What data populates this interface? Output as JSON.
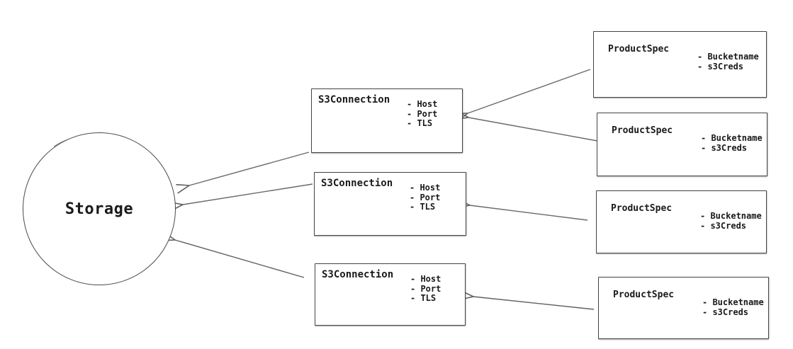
{
  "diagram": {
    "storage": {
      "label": "Storage"
    },
    "s3_connections": [
      {
        "title": "S3Connection",
        "attributes": [
          "- Host",
          "- Port",
          "- TLS"
        ]
      },
      {
        "title": "S3Connection",
        "attributes": [
          "- Host",
          "- Port",
          "- TLS"
        ]
      },
      {
        "title": "S3Connection",
        "attributes": [
          "- Host",
          "- Port",
          "- TLS"
        ]
      }
    ],
    "product_specs": [
      {
        "title": "ProductSpec",
        "attributes": [
          "- Bucketname",
          "- s3Creds"
        ]
      },
      {
        "title": "ProductSpec",
        "attributes": [
          "- Bucketname",
          "- s3Creds"
        ]
      },
      {
        "title": "ProductSpec",
        "attributes": [
          "- Bucketname",
          "- s3Creds"
        ]
      },
      {
        "title": "ProductSpec",
        "attributes": [
          "- Bucketname",
          "- s3Creds"
        ]
      }
    ],
    "edges": [
      {
        "from": "product-spec-1",
        "to": "s3-connection-1"
      },
      {
        "from": "product-spec-2",
        "to": "s3-connection-1"
      },
      {
        "from": "product-spec-3",
        "to": "s3-connection-2"
      },
      {
        "from": "product-spec-4",
        "to": "s3-connection-3"
      },
      {
        "from": "s3-connection-1",
        "to": "storage"
      },
      {
        "from": "s3-connection-2",
        "to": "storage"
      },
      {
        "from": "s3-connection-3",
        "to": "storage"
      }
    ]
  },
  "colors": {
    "background": "#ffffff",
    "node_stroke": "#424242",
    "arrow_stroke": "#6a6a6a",
    "text": "#1a1a1a"
  }
}
